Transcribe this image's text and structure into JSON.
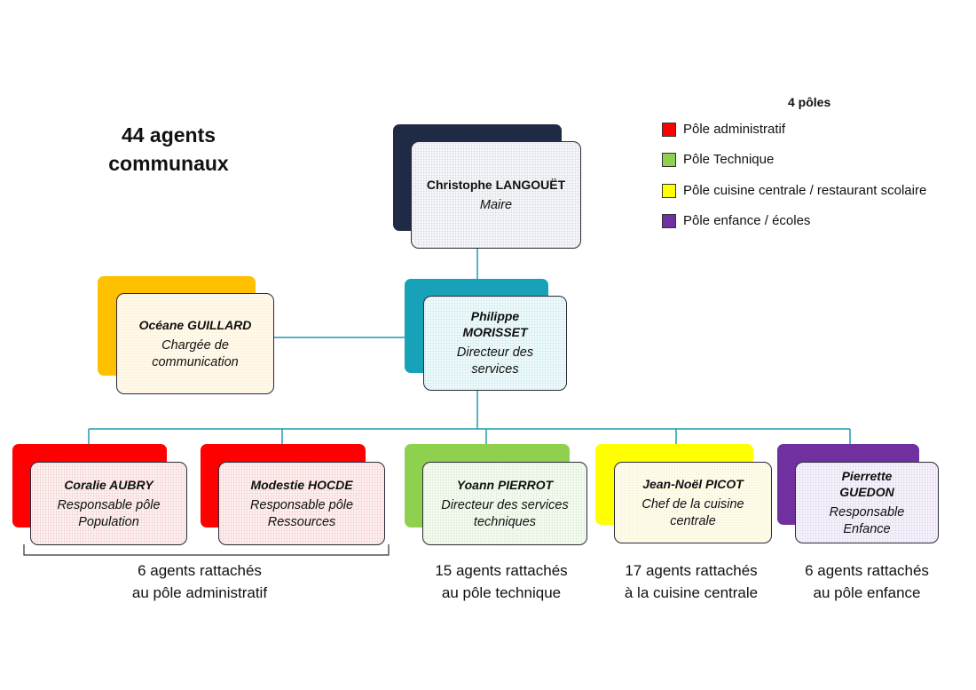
{
  "total": {
    "line1": "44 agents",
    "line2": "communaux"
  },
  "legend": {
    "title": "4 pôles",
    "items": [
      {
        "label": "Pôle administratif",
        "color": "#ff0000"
      },
      {
        "label": "Pôle Technique",
        "color": "#8fd14f"
      },
      {
        "label": "Pôle cuisine centrale / restaurant scolaire",
        "color": "#ffff00"
      },
      {
        "label": "Pôle enfance / écoles",
        "color": "#7030a0"
      }
    ]
  },
  "nodes": {
    "maire": {
      "name": "Christophe LANGOUËT",
      "role": "Maire",
      "color": "#1f2a44"
    },
    "dgs": {
      "name": "Philippe MORISSET",
      "role": "Directeur des services",
      "color": "#17a2b8"
    },
    "com": {
      "name": "Océane GUILLARD",
      "role": "Chargée de communication",
      "color": "#ffc000"
    },
    "aubry": {
      "name": "Coralie AUBRY",
      "role": "Responsable pôle Population",
      "color": "#ff0000"
    },
    "hocde": {
      "name": "Modestie HOCDE",
      "role": "Responsable pôle Ressources",
      "color": "#ff0000"
    },
    "pierrot": {
      "name": "Yoann PIERROT",
      "role": "Directeur des services techniques",
      "color": "#8fd14f"
    },
    "picot": {
      "name": "Jean-Noël PICOT",
      "role": "Chef de la cuisine centrale",
      "color": "#ffff00"
    },
    "guedon": {
      "name": "Pierrette GUEDON",
      "role": "Responsable Enfance",
      "color": "#7030a0"
    }
  },
  "captions": {
    "admin": {
      "line1": "6 agents rattachés",
      "line2": "au pôle administratif"
    },
    "tech": {
      "line1": "15 agents rattachés",
      "line2": "au pôle technique"
    },
    "cuisine": {
      "line1": "17 agents rattachés",
      "line2": "à la cuisine centrale"
    },
    "enfance": {
      "line1": "6 agents rattachés",
      "line2": "au pôle enfance"
    }
  }
}
